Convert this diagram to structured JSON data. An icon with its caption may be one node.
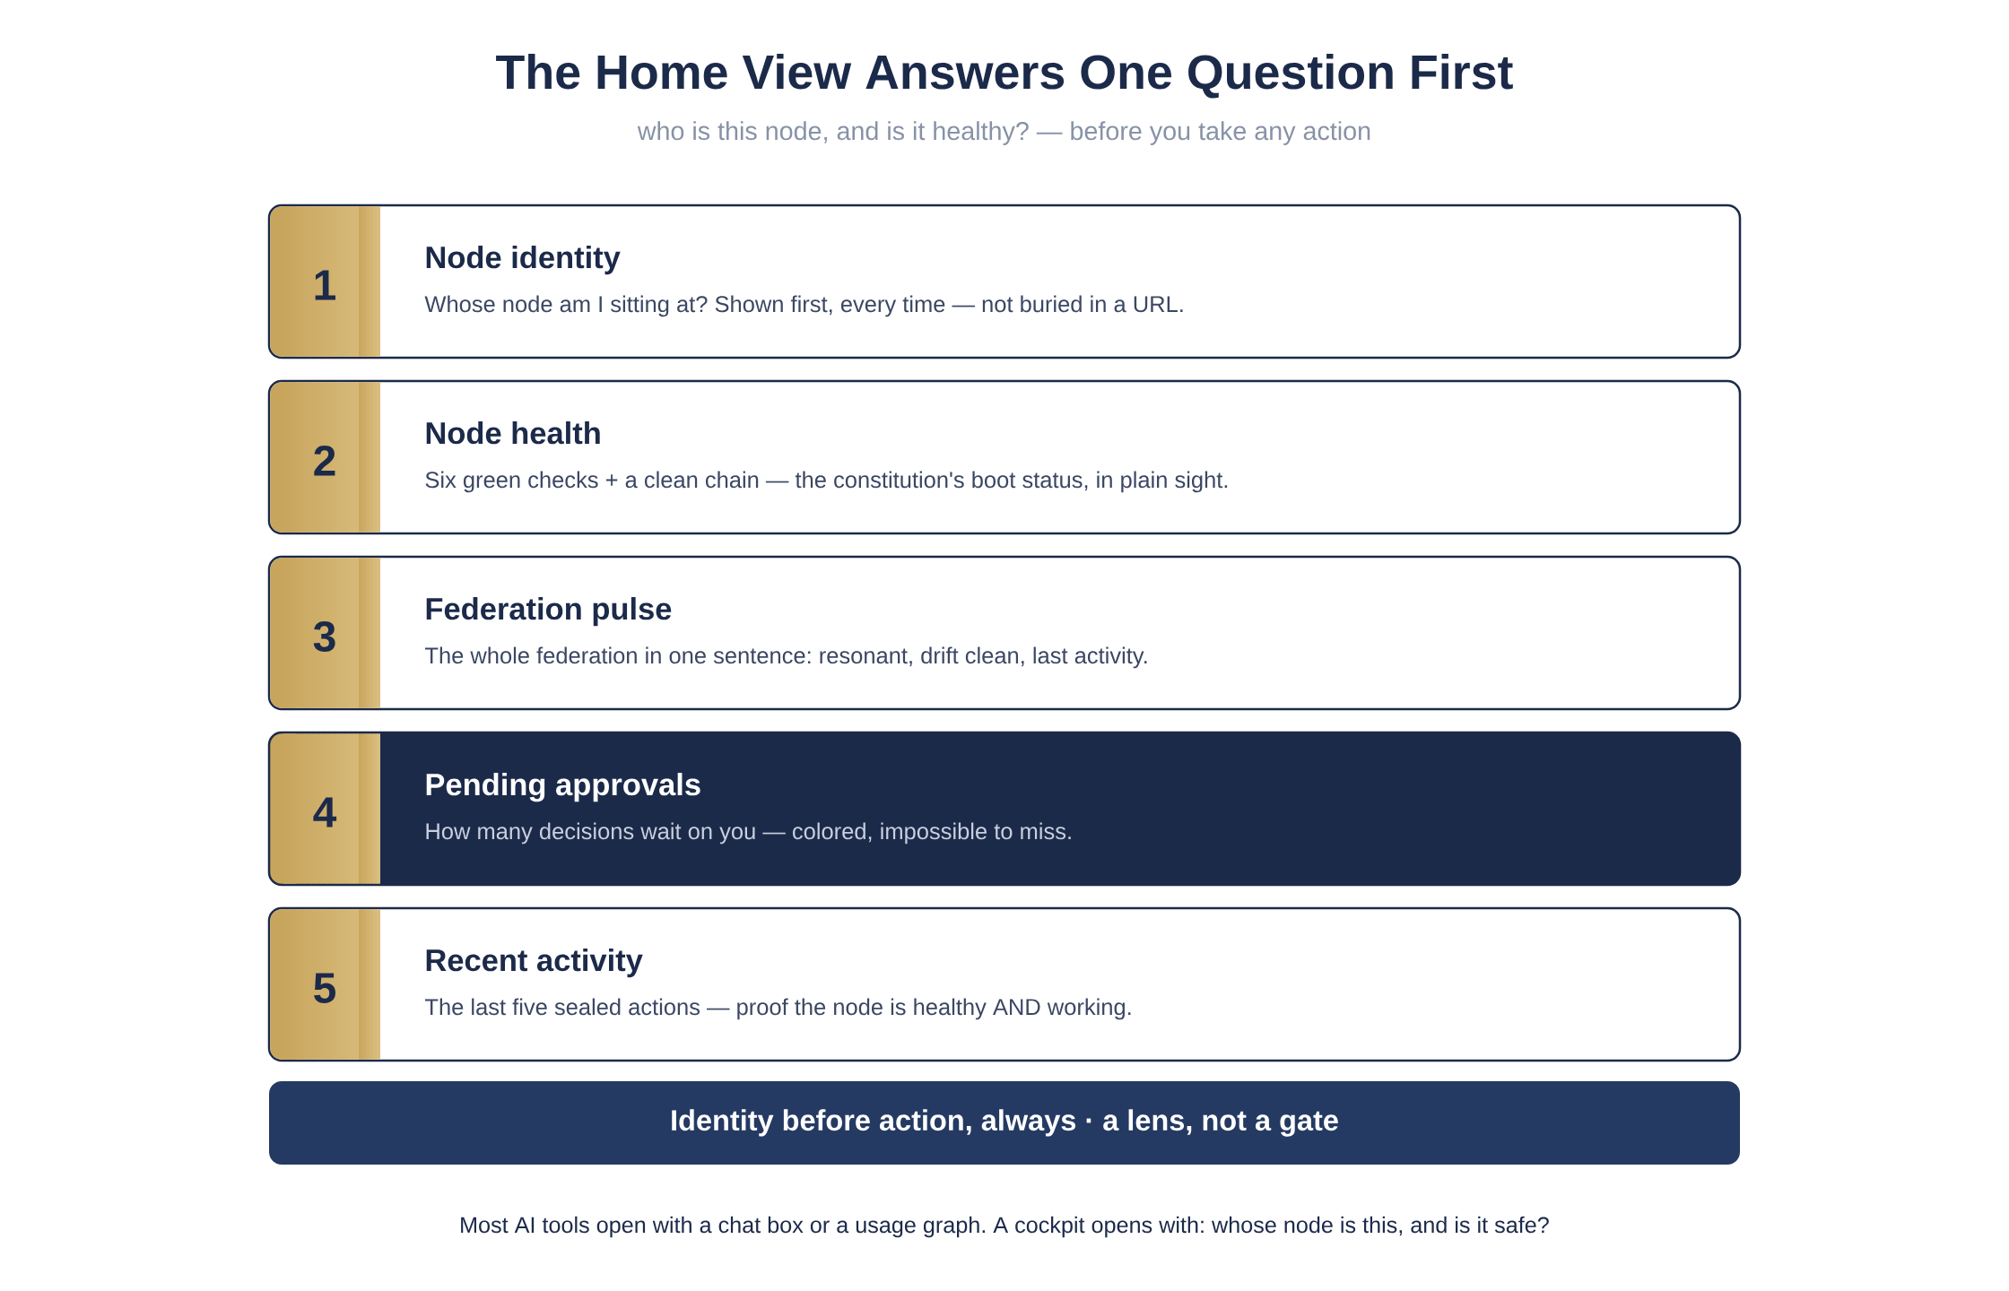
{
  "diagram": {
    "title": "The Home View Answers One Question First",
    "nodes": [
      {
        "text": [
          "Node identity",
          "Whose node am I sitting at? Shown first, every time — not buried in a URL."
        ]
      },
      {
        "text": [
          "1"
        ],
        "in": 0
      },
      {
        "text": [
          "Node health",
          "Six green checks + a clean chain — the constitution's boot status, in plain sight."
        ]
      },
      {
        "text": [
          "2"
        ],
        "in": 2
      },
      {
        "text": [
          "Federation pulse",
          "The whole federation in one sentence: resonant, drift clean, last activity."
        ]
      },
      {
        "text": [
          "3"
        ],
        "in": 4
      },
      {
        "text": [
          "Pending approvals",
          "How many decisions wait on you — colored, impossible to miss."
        ]
      },
      {
        "text": [
          "4"
        ],
        "in": 6
      },
      {
        "text": [
          "Recent activity",
          "The last five sealed actions — proof the node is healthy AND working."
        ]
      },
      {
        "text": [
          "5"
        ],
        "in": 8
      },
      {
        "text": [
          "Identity before action, always · a lens, not a gate"
        ]
      }
    ],
    "labels": [
      "who is this node, and is it healthy? — before you take any action",
      "Most AI tools open with a chat box or a usage graph. A cockpit opens with: whose node is this, and is it safe?"
    ]
  }
}
